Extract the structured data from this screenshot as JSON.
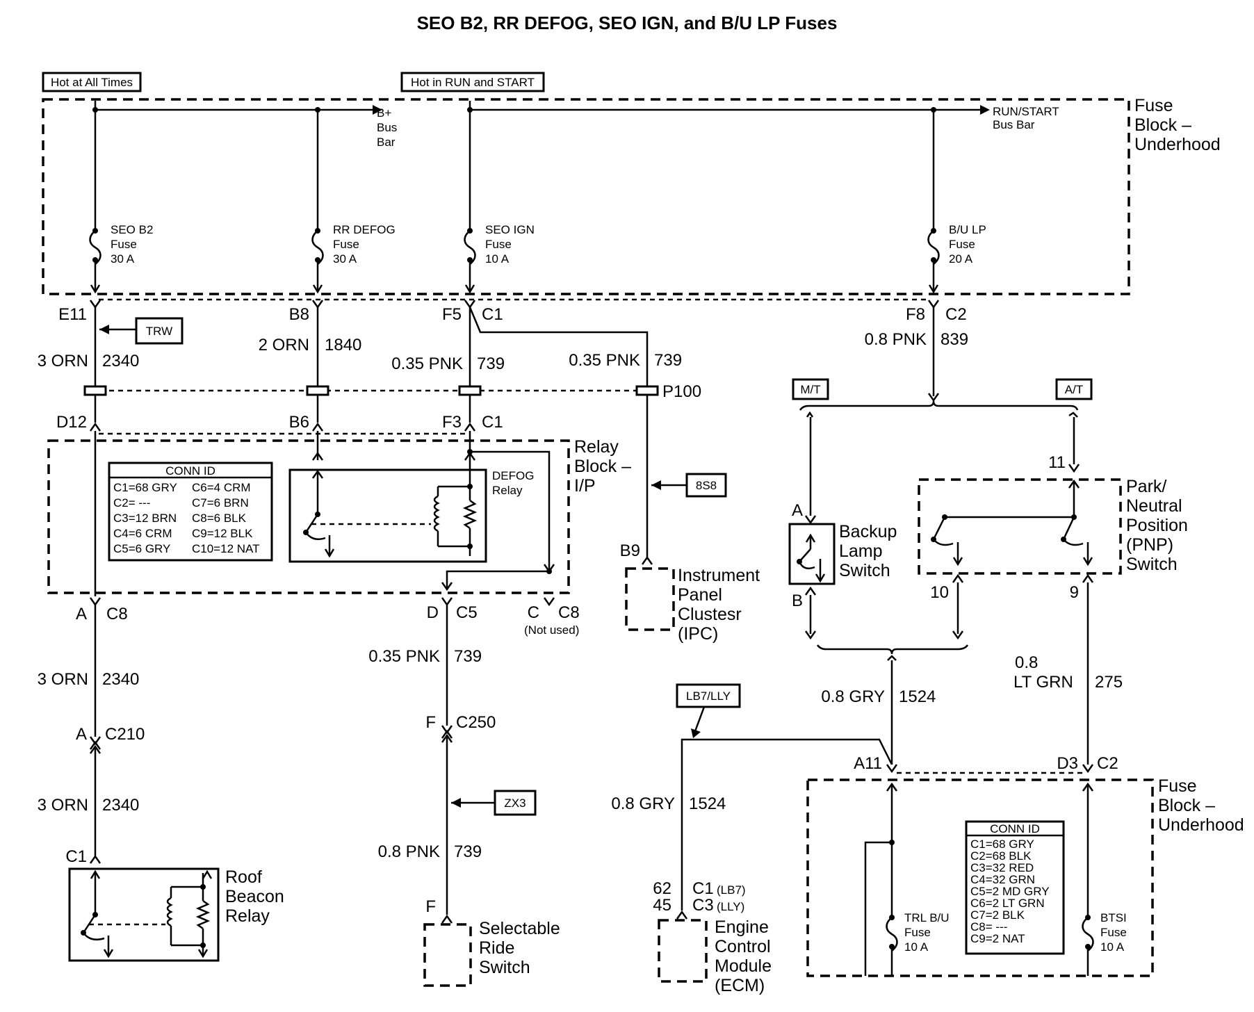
{
  "title": "SEO B2, RR DEFOG, SEO IGN, and B/U LP Fuses",
  "tags": {
    "hot_all_times": "Hot at All Times",
    "hot_run_start": "Hot in RUN and START",
    "trw": "TRW",
    "s8s": "8S8",
    "zx3": "ZX3",
    "mt": "M/T",
    "at": "A/T",
    "lb7lly": "LB7/LLY"
  },
  "bus": {
    "bplus": [
      "B+",
      "Bus",
      "Bar"
    ],
    "runstart": [
      "RUN/START",
      "Bus Bar"
    ]
  },
  "fuses": {
    "seo_b2": [
      "SEO B2",
      "Fuse",
      "30 A"
    ],
    "rr_defog": [
      "RR DEFOG",
      "Fuse",
      "30 A"
    ],
    "seo_ign": [
      "SEO IGN",
      "Fuse",
      "10 A"
    ],
    "bu_lp": [
      "B/U LP",
      "Fuse",
      "20 A"
    ],
    "trl_bu": [
      "TRL B/U",
      "Fuse",
      "10 A"
    ],
    "btsi": [
      "BTSI",
      "Fuse",
      "10 A"
    ]
  },
  "blocks": {
    "fuse_block_top": [
      "Fuse",
      "Block –",
      "Underhood"
    ],
    "relay_block": [
      "Relay",
      "Block –",
      "I/P"
    ],
    "fuse_block_bottom": [
      "Fuse",
      "Block –",
      "Underhood"
    ]
  },
  "components": {
    "defog_relay": [
      "DEFOG",
      "Relay"
    ],
    "ipc": [
      "Instrument",
      "Panel",
      "Clustesr",
      "(IPC)"
    ],
    "backup_lamp_switch": [
      "Backup",
      "Lamp",
      "Switch"
    ],
    "pnp_switch": [
      "Park/",
      "Neutral",
      "Position",
      "(PNP)",
      "Switch"
    ],
    "roof_beacon_relay": [
      "Roof",
      "Beacon",
      "Relay"
    ],
    "selectable_ride_switch": [
      "Selectable",
      "Ride",
      "Switch"
    ],
    "ecm": [
      "Engine",
      "Control",
      "Module",
      "(ECM)"
    ]
  },
  "conn_id_relay": {
    "title": "CONN ID",
    "left": [
      "C1=68 GRY",
      "C2= ---",
      "C3=12 BRN",
      "C4=6 CRM",
      "C5=6 GRY"
    ],
    "right": [
      "C6=4 CRM",
      "C7=6 BRN",
      "C8=6 BLK",
      "C9=12 BLK",
      "C10=12 NAT"
    ]
  },
  "conn_id_fuse": {
    "title": "CONN ID",
    "items": [
      "C1=68 GRY",
      "C2=68 BLK",
      "C3=32 RED",
      "C4=32 GRN",
      "C5=2 MD GRY",
      "C6=2 LT GRN",
      "C7=2 BLK",
      "C8= ---",
      "C9=2 NAT"
    ]
  },
  "pins": {
    "e11": "E11",
    "b8": "B8",
    "f5": "F5",
    "c1_f5": "C1",
    "f8": "F8",
    "c2_f8": "C2",
    "p100": "P100",
    "d12": "D12",
    "b6": "B6",
    "f3": "F3",
    "c1_f3": "C1",
    "a_c8": "A",
    "c8": "C8",
    "d_c5": "D",
    "c5": "C5",
    "c_c8": "C",
    "c8b": "C8",
    "not_used": "(Not used)",
    "a_c210": "A",
    "c210": "C210",
    "c1_rb": "C1",
    "f_c250": "F",
    "c250": "C250",
    "f_srs": "F",
    "b9": "B9",
    "a_bls": "A",
    "b_bls": "B",
    "p11": "11",
    "p10": "10",
    "p9": "9",
    "a11": "A11",
    "d3": "D3",
    "c2_fb": "C2",
    "p62": "62",
    "p45": "45",
    "c1_lb7": "C1",
    "lb7": "(LB7)",
    "c3_lly": "C3",
    "lly": "(LLY)"
  },
  "wires": {
    "w2340_a_size": "3 ORN",
    "w2340_a_num": "2340",
    "w1840_size": "2 ORN",
    "w1840_num": "1840",
    "w739_a_size": "0.35 PNK",
    "w739_a_num": "739",
    "w739_b_size": "0.35 PNK",
    "w739_b_num": "739",
    "w839_size": "0.8 PNK",
    "w839_num": "839",
    "w2340_b_size": "3 ORN",
    "w2340_b_num": "2340",
    "w739_c_size": "0.35 PNK",
    "w739_c_num": "739",
    "w2340_c_size": "3 ORN",
    "w2340_c_num": "2340",
    "w739_d_size": "0.8 PNK",
    "w739_d_num": "739",
    "w1524_a_size": "0.8 GRY",
    "w1524_a_num": "1524",
    "w275_size": [
      "0.8",
      "LT GRN"
    ],
    "w275_num": "275",
    "w1524_b_size": "0.8 GRY",
    "w1524_b_num": "1524"
  }
}
